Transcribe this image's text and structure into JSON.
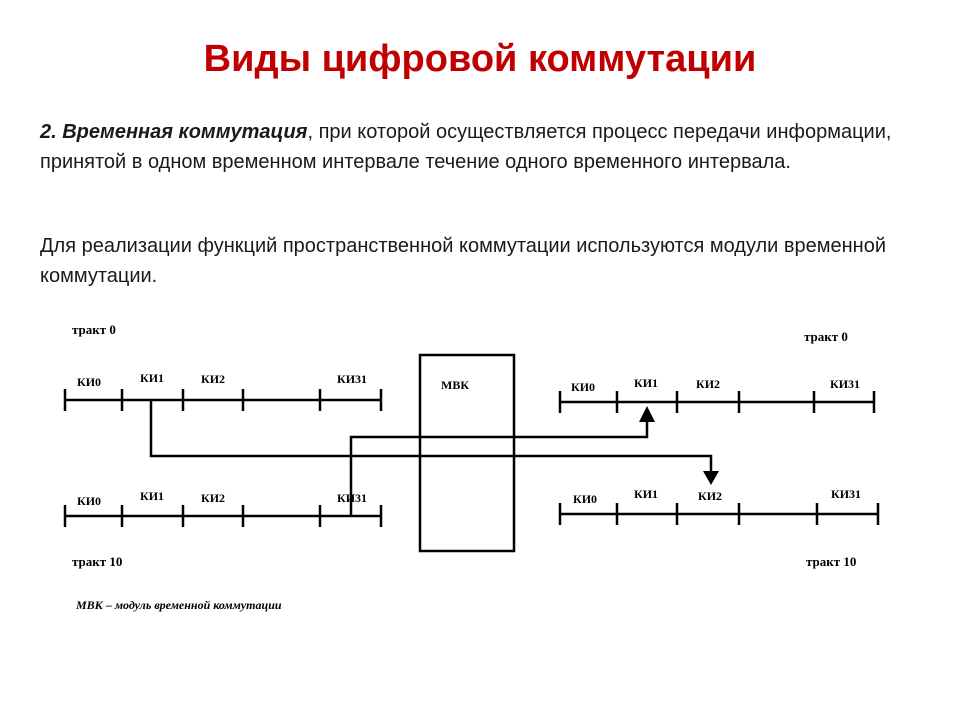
{
  "title": "Виды цифровой коммутации",
  "paragraph1": {
    "lead": "2. Временная коммутация",
    "rest": ", при которой осуществляется процесс передачи информации, принятой в одном временном интервале течение одного временного интервала."
  },
  "paragraph2": "Для реализации функций пространственной коммутации используются модули временной коммутации.",
  "diagram": {
    "module_label": "МВК",
    "caption": "МВК – модуль временной коммутации",
    "left_top": {
      "track": "тракт 0",
      "slots": {
        "ki0": "КИ0",
        "ki1": "КИ1",
        "ki2": "КИ2",
        "ki31": "КИ31"
      }
    },
    "left_bottom": {
      "track": "тракт 10",
      "slots": {
        "ki0": "КИ0",
        "ki1": "КИ1",
        "ki2": "КИ2",
        "ki31": "КИ31"
      }
    },
    "right_top": {
      "track": "тракт 0",
      "slots": {
        "ki0": "КИ0",
        "ki1": "КИ1",
        "ki2": "КИ2",
        "ki31": "КИ31"
      }
    },
    "right_bottom": {
      "track": "тракт 10",
      "slots": {
        "ki0": "КИ0",
        "ki1": "КИ1",
        "ki2": "КИ2",
        "ki31": "КИ31"
      }
    }
  }
}
